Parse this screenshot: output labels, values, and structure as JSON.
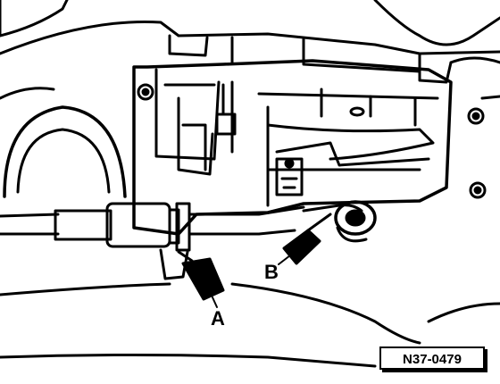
{
  "callouts": {
    "a": "A",
    "b": "B"
  },
  "reference_code": "N37-0479",
  "colors": {
    "ink": "#000000",
    "paper": "#ffffff"
  }
}
